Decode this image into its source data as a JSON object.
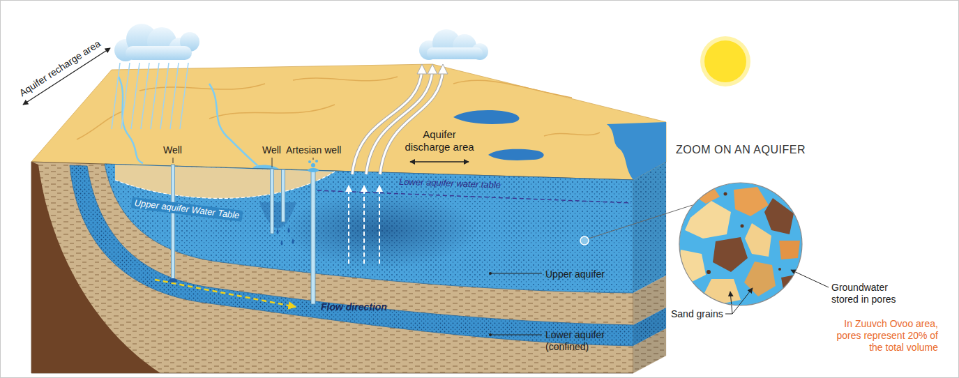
{
  "diagram": {
    "nodes": [
      {
        "text": [
          "ZOOM ON AN AQUIFER"
        ]
      }
    ],
    "labels": [
      "Aquifer recharge area",
      "Well",
      "Well",
      "Artesian well",
      "Aquifer discharge area",
      "Upper aquifer Water Table",
      "Lower aquifer water table",
      "Flow direction",
      "Upper aquifer",
      "Lower aquifer (confined)",
      "Sand grains",
      "Groundwater stored in pores",
      "In Zuuvch Ovoo area, pores represent 20% of the total volume"
    ]
  }
}
